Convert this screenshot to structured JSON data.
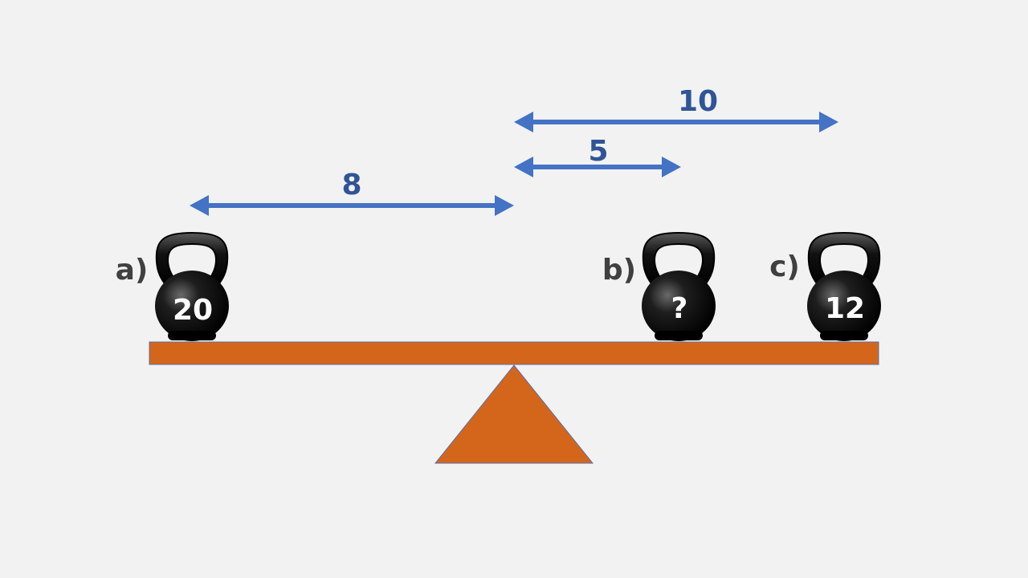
{
  "colors": {
    "background": "#f2f2f2",
    "arrow": "#4472c4",
    "distance_text": "#2f5597",
    "beam": "#d4661c",
    "fulcrum": "#d4661c",
    "kettlebell": "#0d0d0d",
    "kettlebell_text": "#ffffff",
    "label_text": "#404040"
  },
  "distances": {
    "left": "8",
    "right_near": "5",
    "right_far": "10"
  },
  "kettlebells": {
    "a": {
      "label": "a)",
      "value": "20",
      "icon": "kettlebell-icon"
    },
    "b": {
      "label": "b)",
      "value": "?",
      "icon": "kettlebell-icon"
    },
    "c": {
      "label": "c)",
      "value": "12",
      "icon": "kettlebell-icon"
    }
  }
}
